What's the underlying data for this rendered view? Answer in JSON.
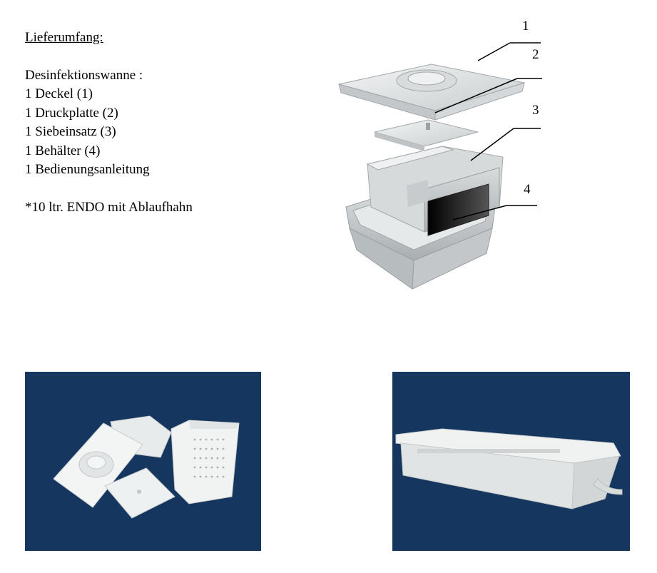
{
  "scope": {
    "heading": "Lieferumfang:",
    "product": "Desinfektionswanne :",
    "items": [
      "1 Deckel (1)",
      "1 Druckplatte (2)",
      "1 Siebeinsatz (3)",
      "1 Behälter (4)",
      "1 Bedienungsanleitung"
    ],
    "note": "*10 ltr. ENDO mit Ablaufhahn"
  },
  "diagram": {
    "callouts": [
      "1",
      "2",
      "3",
      "4"
    ]
  },
  "colors": {
    "photo_background": "#14365f",
    "plastic": "#e9ecec"
  }
}
